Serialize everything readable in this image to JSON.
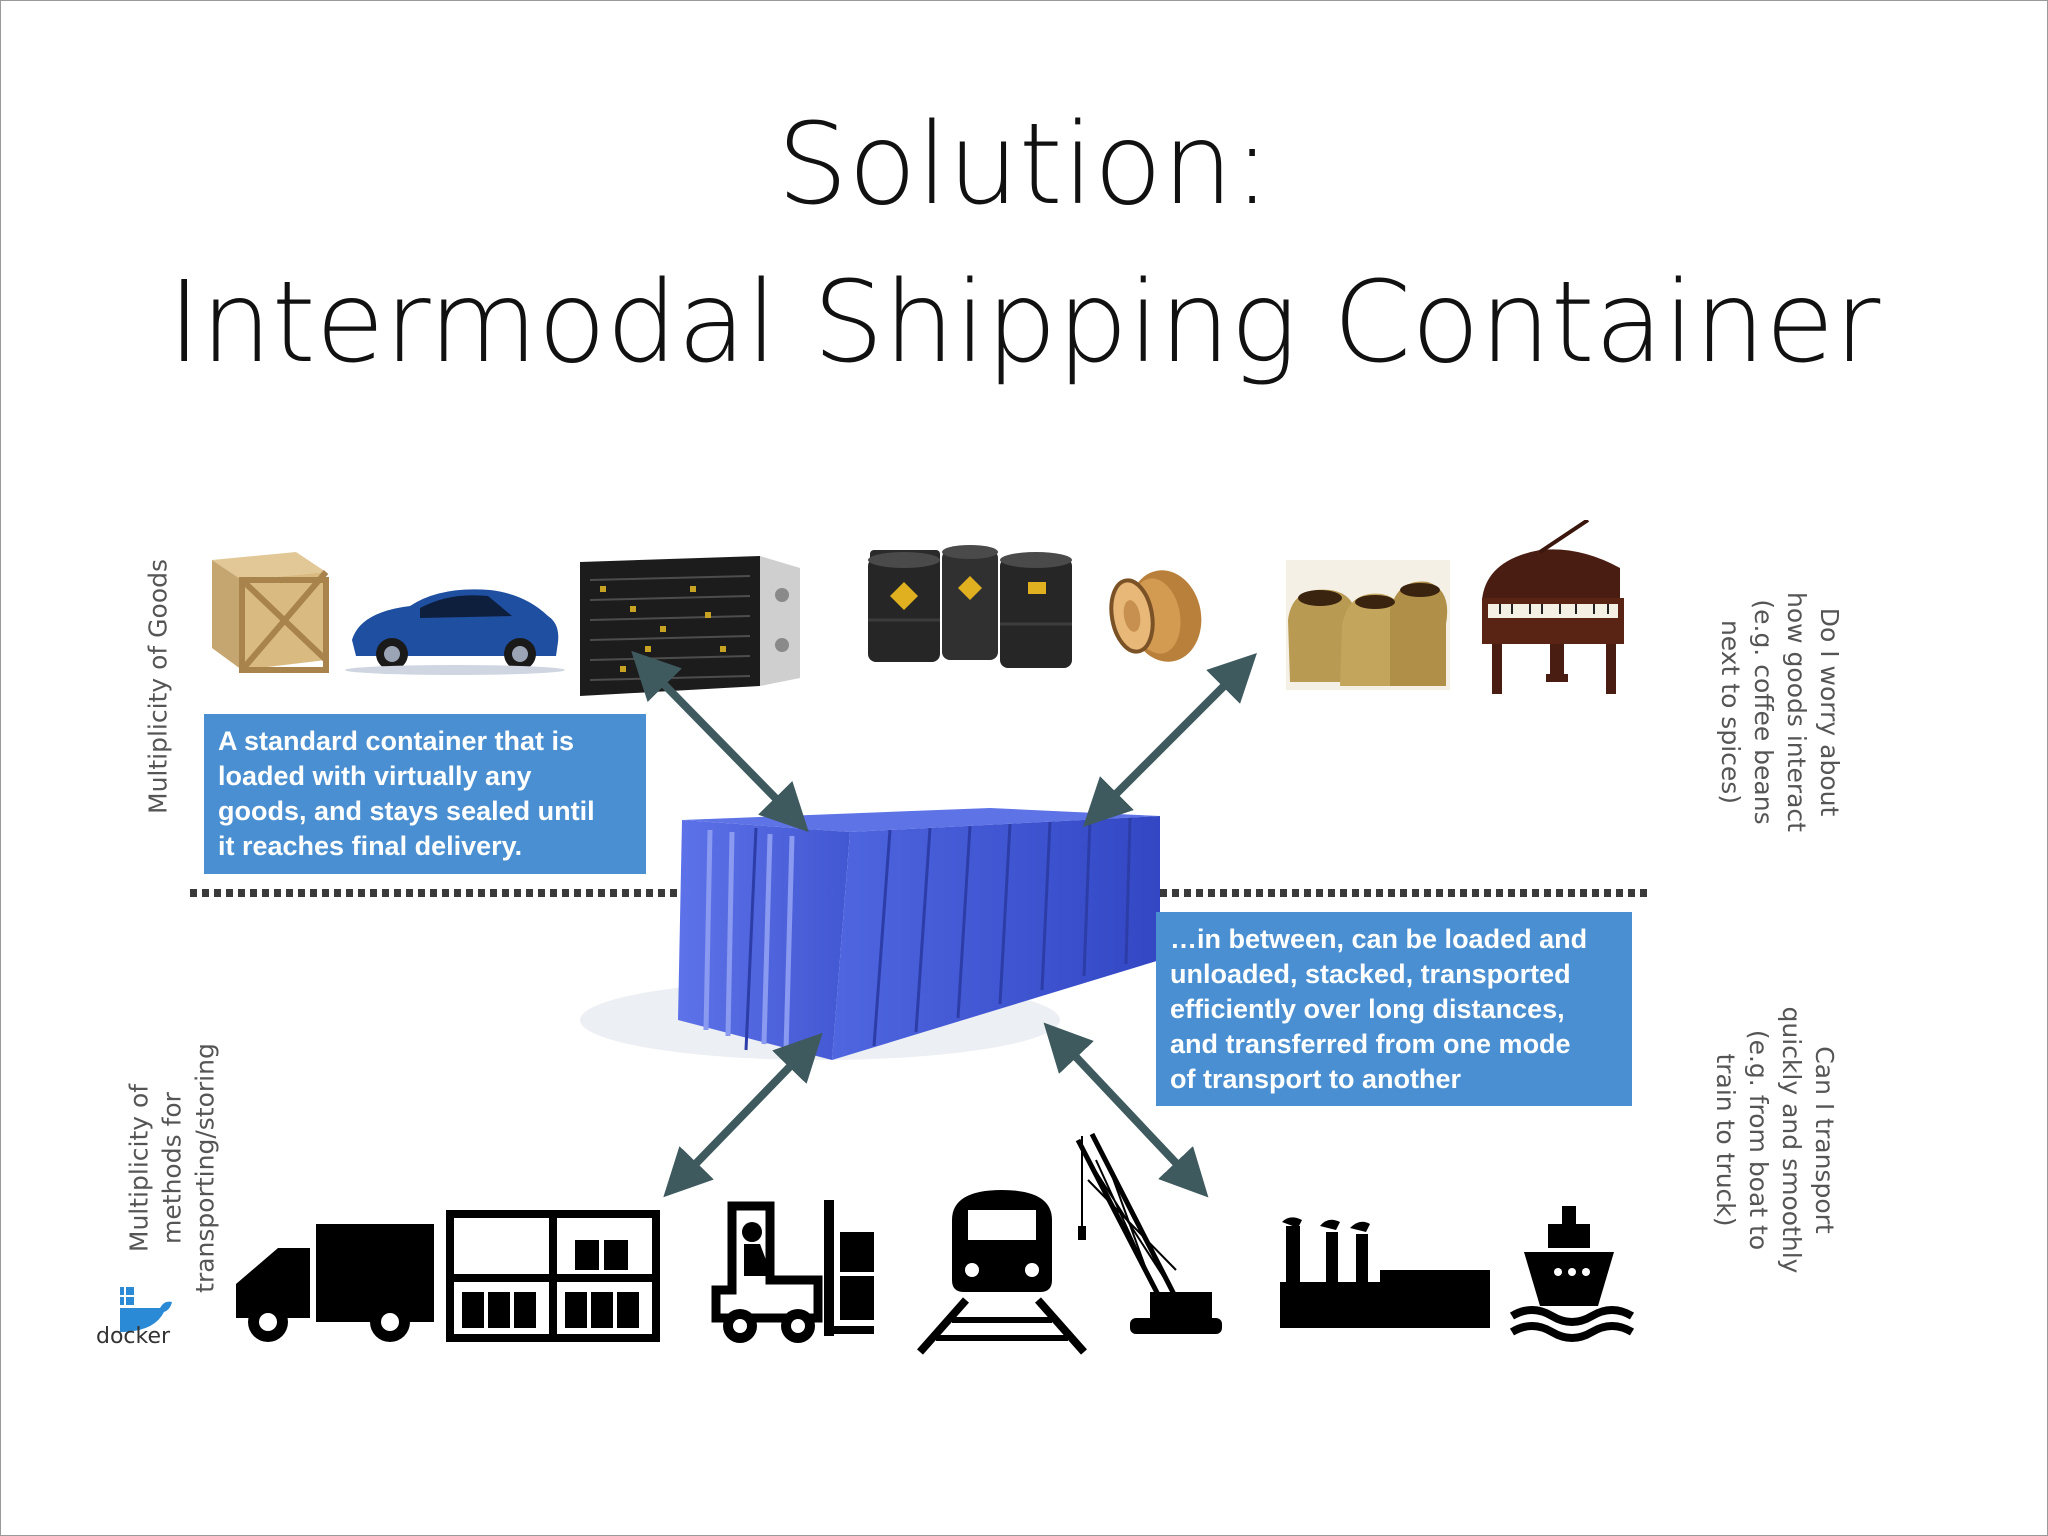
{
  "slide": {
    "title_line1": "Solution:",
    "title_line2": "Intermodal Shipping Container"
  },
  "labels": {
    "goods_axis": "Multiplicity of Goods",
    "methods_axis": [
      "Multiplicity of",
      "methods for",
      "transporting/storing"
    ],
    "interact_question": [
      "Do I worry about",
      "how goods interact",
      "(e.g. coffee beans",
      "next to spices)"
    ],
    "transport_question": [
      "Can I transport",
      "quickly and smoothly",
      "(e.g. from boat to",
      "train to truck)"
    ]
  },
  "callouts": {
    "top_left": [
      "A standard container that is",
      "loaded with virtually any",
      "goods, and stays sealed until",
      "it reaches final delivery."
    ],
    "bottom_right": [
      "…in between, can be loaded and",
      "unloaded, stacked, transported",
      "efficiently over long distances,",
      "and transferred from one mode",
      "of transport to another"
    ]
  },
  "logo": {
    "text": "docker"
  },
  "goods_icons": [
    "wooden-crate-icon",
    "car-icon",
    "server-rack-icon",
    "oil-drums-icon",
    "barrel-icon",
    "coffee-sacks-icon",
    "piano-icon"
  ],
  "transport_icons": [
    "truck-icon",
    "warehouse-racks-icon",
    "forklift-icon",
    "train-icon",
    "crane-icon",
    "factory-icon",
    "ship-icon"
  ],
  "colors": {
    "callout_bg": "#4a8fd1",
    "container": "#3f55d4",
    "arrow": "#3f5a5f",
    "divider": "#3a3a3a"
  }
}
